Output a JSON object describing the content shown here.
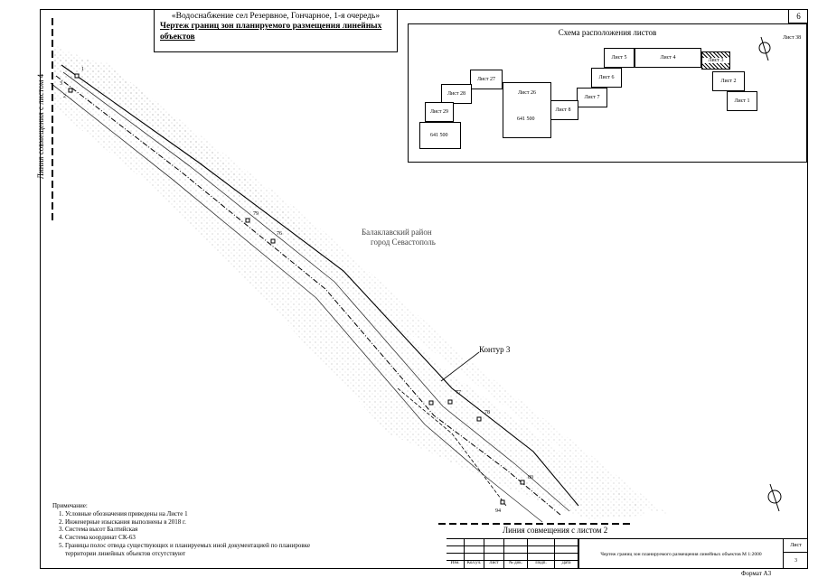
{
  "title": {
    "project": "«Водоснабжение сел Резервное, Гончарное, 1-я очередь»",
    "drawing": "Чертеж границ зон планируемого размещения линейных объектов"
  },
  "sheet_number": "6",
  "key_map": {
    "title": "Схема расположения листов",
    "north_ref": "Лист 38",
    "sheets": {
      "s1": "Лист 1",
      "s2": "Лист 2",
      "s3": "Лист 3",
      "s4": "Лист 4",
      "s5": "Лист 5",
      "s6": "Лист 6",
      "s7": "Лист 7",
      "s8": "Лист 8",
      "s26": "Лист 26",
      "s27": "Лист 27",
      "s28": "Лист 28",
      "s29": "Лист 29"
    },
    "block_label_a": "641 500",
    "block_label_b": "641 500"
  },
  "drawing": {
    "match_line_left": "Линия совмещения с листом 4",
    "match_line_bottom": "Линия совмещения с листом 2",
    "district": "Балаклавский район",
    "city": "город Севастополь",
    "contour_label": "Контур 3",
    "points": [
      "1",
      "2",
      "3",
      "76",
      "77",
      "78",
      "79",
      "80",
      "94"
    ]
  },
  "notes": {
    "heading": "Примечание:",
    "items": [
      "Условные обозначения приведены на Листе 1",
      "Инженерные изыскания выполнены в 2018 г.",
      "Система высот Балтийская",
      "Система координат СК-63",
      "Границы полос отвода существующих и планируемых иной документацией по планировке территории линейных объектов отсутствуют"
    ]
  },
  "title_block": {
    "columns": [
      "Изм.",
      "Кол.уч.",
      "Лист",
      "№ док.",
      "Подп.",
      "Дата"
    ],
    "main_text": "Чертеж границ зон планируемого размещения линейных объектов М 1:2000",
    "sheet_label": "Лист",
    "sheet_value": "3"
  },
  "format": "Формат А3"
}
